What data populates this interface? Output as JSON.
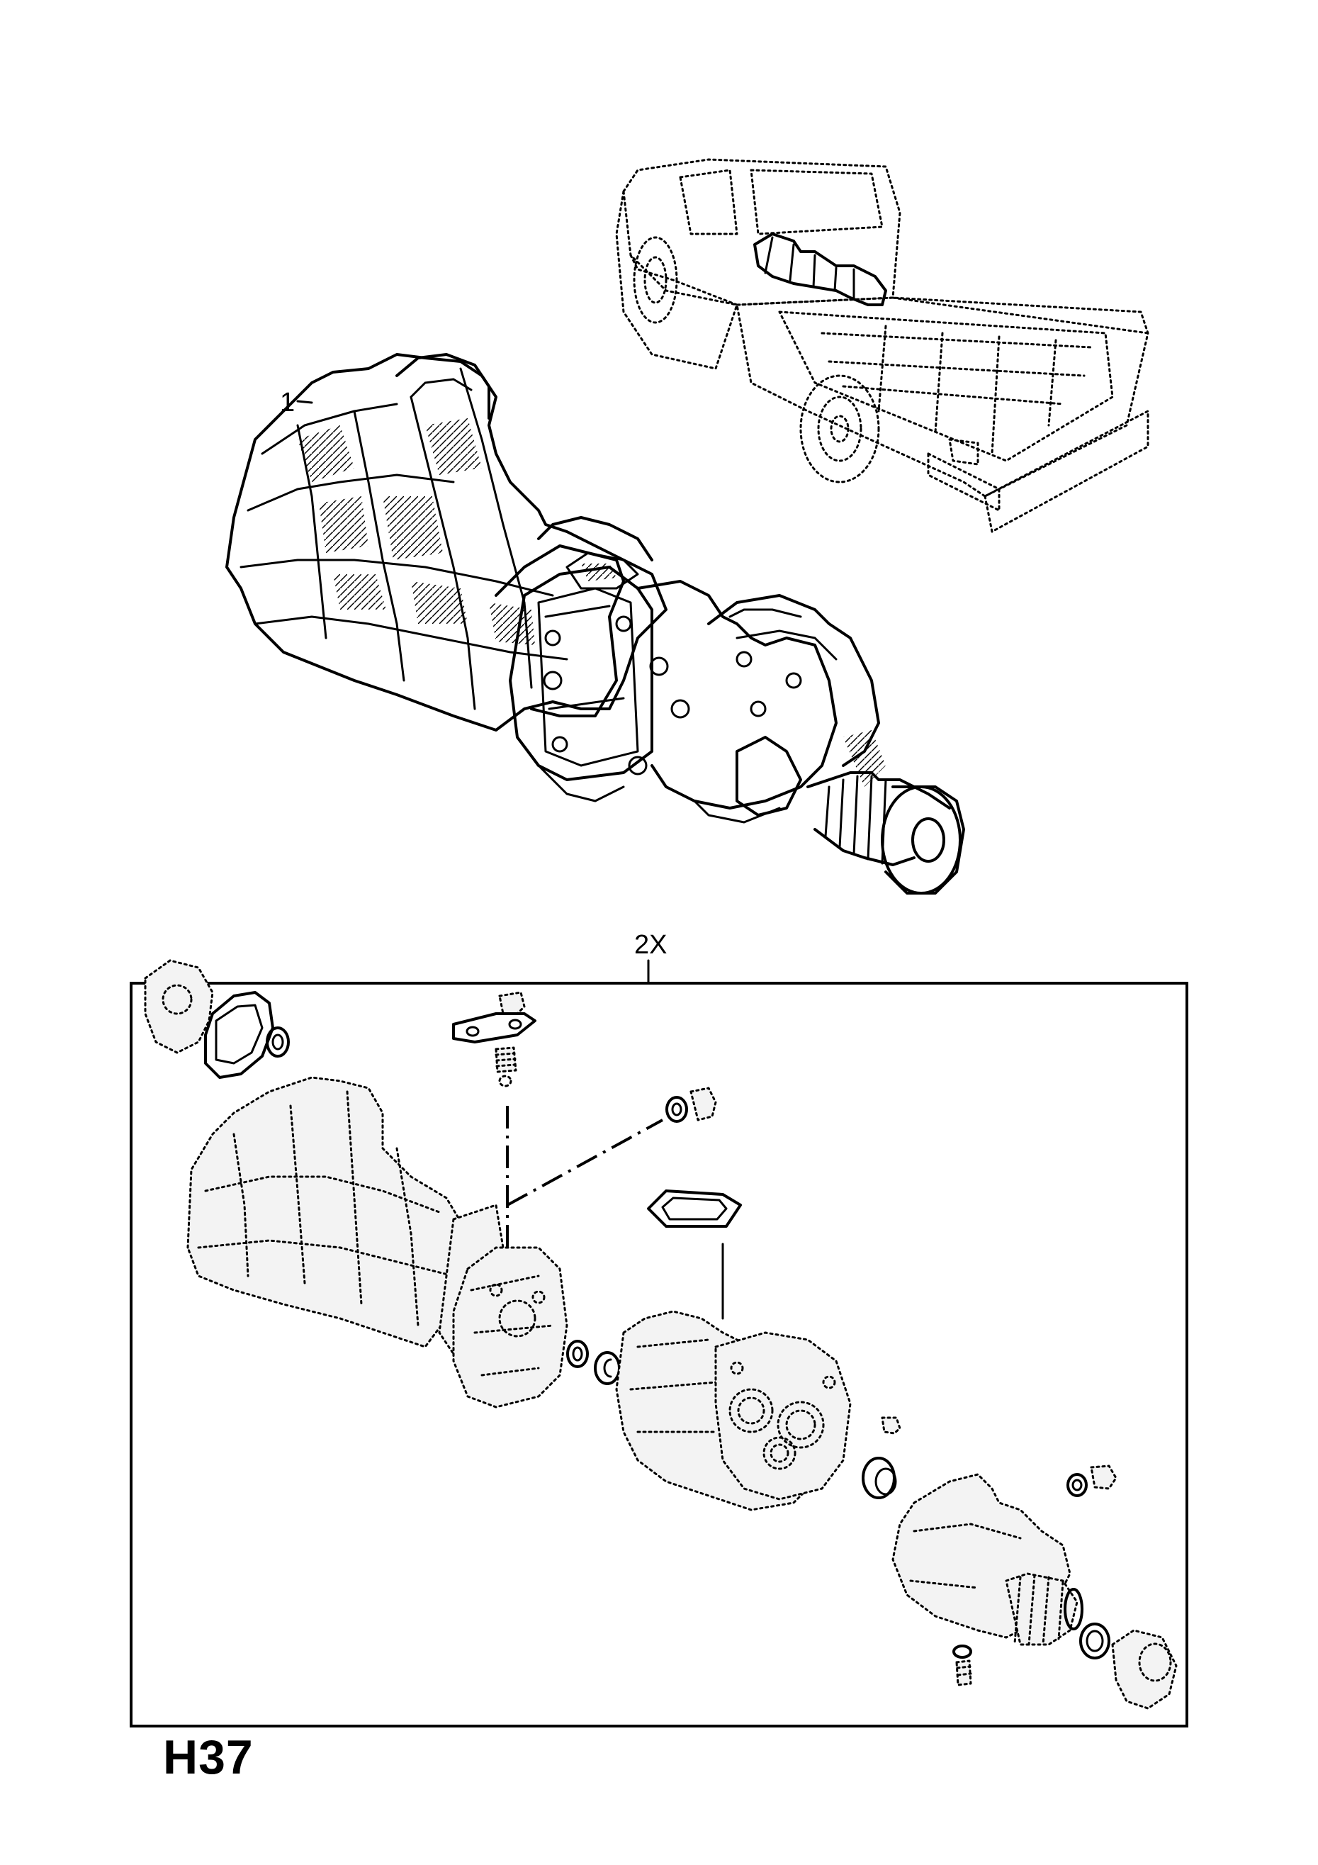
{
  "callouts": {
    "assembly": "1",
    "kit": "2X"
  },
  "page_code": "H37"
}
